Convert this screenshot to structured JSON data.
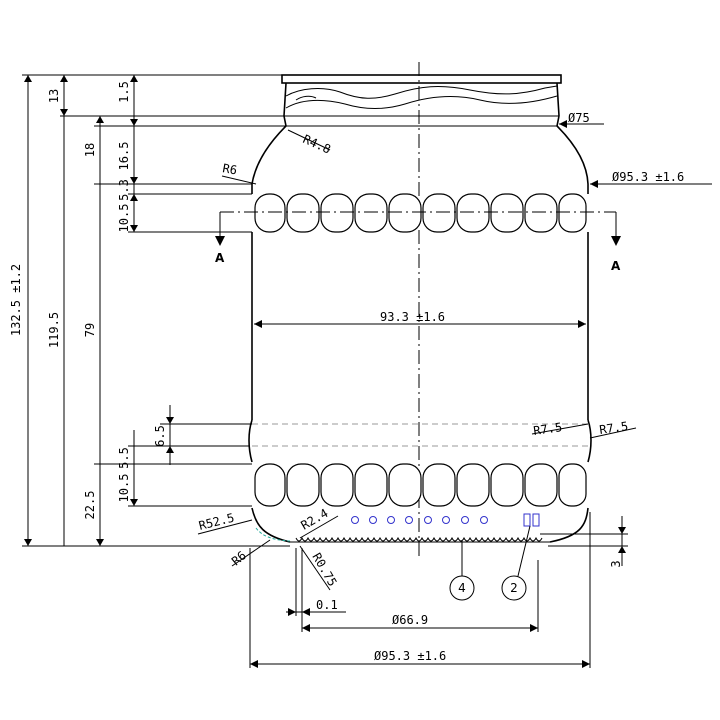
{
  "drawing": {
    "overall_heights": {
      "total": "132.5 ±1.2",
      "body": "119.5"
    },
    "left_dims": {
      "neck_height": "13",
      "lip": "1.5",
      "shoulder_a": "18",
      "shoulder_b": "16.5",
      "bead_top": "5.3",
      "bead_top_to_section": "10.5",
      "label_panel": "79",
      "lower_gap": "6.5",
      "lower_bead_a": "5.5",
      "lower_bead_b": "10.5",
      "base_height": "22.5"
    },
    "diameters": {
      "finish": "Ø75",
      "shoulder": "Ø95.3 ±1.6",
      "body": "93.3 ±1.6",
      "base_contact": "Ø66.9",
      "base_outer": "Ø95.3 ±1.6"
    },
    "radii": {
      "neck": "R4.8",
      "shoulder": "R6",
      "lower_left": "R7.5",
      "lower_right": "R7.5",
      "heel_large": "R52.5",
      "heel": "R6",
      "push_up": "R2.4",
      "knurl": "R0.75"
    },
    "small_dims": {
      "offset": "0.1",
      "base_step": "3"
    },
    "section": {
      "left": "A",
      "right": "A"
    },
    "balloons": [
      "4",
      "2"
    ]
  }
}
